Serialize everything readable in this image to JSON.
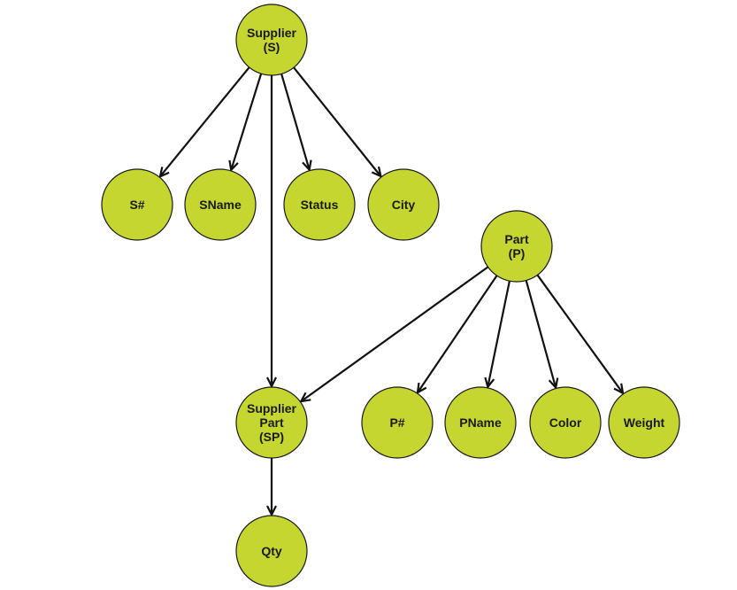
{
  "colors": {
    "node_fill": "#C6D631",
    "node_stroke": "#1a1a1a",
    "edge": "#111111"
  },
  "nodes": {
    "supplier": {
      "lines": [
        "Supplier",
        "(S)"
      ]
    },
    "s_num": {
      "lines": [
        "S#"
      ]
    },
    "sname": {
      "lines": [
        "SName"
      ]
    },
    "status": {
      "lines": [
        "Status"
      ]
    },
    "city": {
      "lines": [
        "City"
      ]
    },
    "part": {
      "lines": [
        "Part",
        "(P)"
      ]
    },
    "supplier_part": {
      "lines": [
        "Supplier",
        "Part",
        "(SP)"
      ]
    },
    "p_num": {
      "lines": [
        "P#"
      ]
    },
    "pname": {
      "lines": [
        "PName"
      ]
    },
    "color": {
      "lines": [
        "Color"
      ]
    },
    "weight": {
      "lines": [
        "Weight"
      ]
    },
    "qty": {
      "lines": [
        "Qty"
      ]
    }
  },
  "edges": [
    {
      "from": "supplier",
      "to": "s_num"
    },
    {
      "from": "supplier",
      "to": "sname"
    },
    {
      "from": "supplier",
      "to": "status"
    },
    {
      "from": "supplier",
      "to": "city"
    },
    {
      "from": "supplier",
      "to": "supplier_part"
    },
    {
      "from": "part",
      "to": "supplier_part"
    },
    {
      "from": "part",
      "to": "p_num"
    },
    {
      "from": "part",
      "to": "pname"
    },
    {
      "from": "part",
      "to": "color"
    },
    {
      "from": "part",
      "to": "weight"
    },
    {
      "from": "supplier_part",
      "to": "qty"
    }
  ]
}
